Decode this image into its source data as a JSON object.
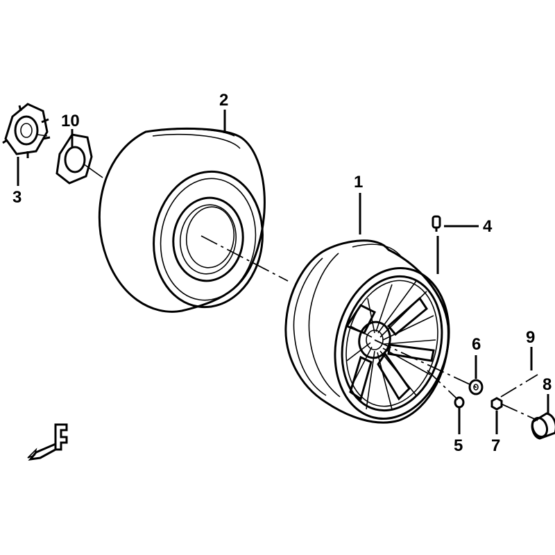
{
  "diagram": {
    "parts": [
      {
        "id": "1",
        "label": "1",
        "name": "rim"
      },
      {
        "id": "2",
        "label": "2",
        "name": "tire"
      },
      {
        "id": "3",
        "label": "3",
        "name": "hub"
      },
      {
        "id": "4",
        "label": "4",
        "name": "valve"
      },
      {
        "id": "5",
        "label": "5",
        "name": "nut-small"
      },
      {
        "id": "6",
        "label": "6",
        "name": "washer"
      },
      {
        "id": "7",
        "label": "7",
        "name": "lug-nut"
      },
      {
        "id": "8",
        "label": "8",
        "name": "cap"
      },
      {
        "id": "9",
        "label": "9",
        "name": "pin"
      },
      {
        "id": "10",
        "label": "10",
        "name": "gasket"
      }
    ],
    "direction_marker": "F",
    "colors": {
      "line": "#000000",
      "background": "#ffffff"
    }
  }
}
